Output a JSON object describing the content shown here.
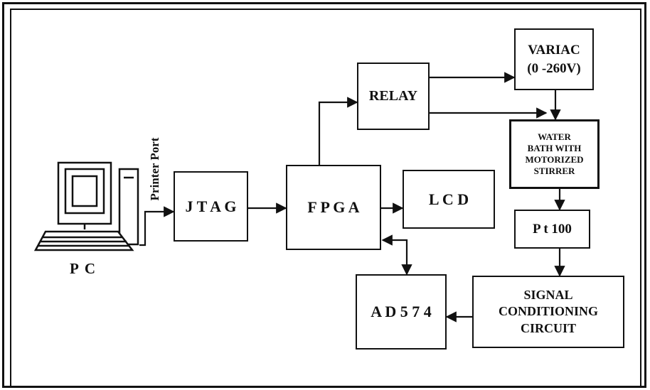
{
  "diagram": {
    "blocks": {
      "jtag": "J T A G",
      "fpga": "F P G A",
      "relay": "RELAY",
      "lcd": "L C D",
      "variac": "VARIAC\n(0 -260V)",
      "water_bath": "WATER\nBATH WITH\nMOTORIZED\nSTIRRER",
      "pt100": "P t 100",
      "signal_conditioning": "SIGNAL\nCONDITIONING\nCIRCUIT",
      "ad574": "A D 5 7 4"
    },
    "pc_label": "P C",
    "printer_port_label": "Printer Port"
  }
}
